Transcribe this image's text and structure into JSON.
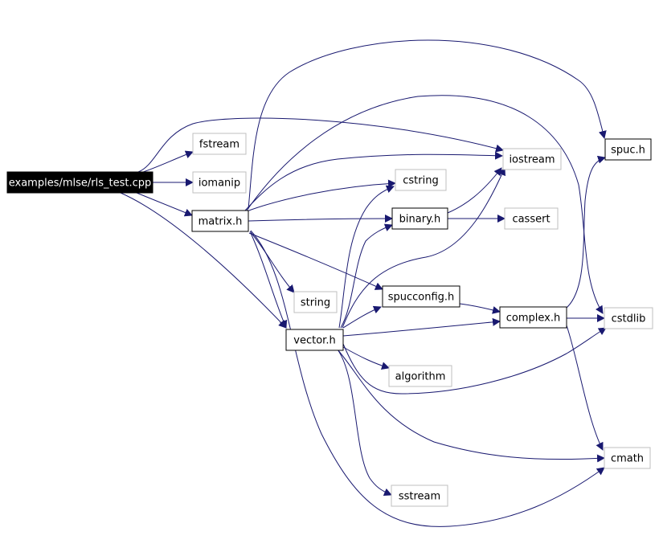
{
  "graph": {
    "edge_color": "#191970",
    "root_fill": "#000000",
    "root_text_color": "#ffffff",
    "node_border_dark": "#000000",
    "node_border_light": "#bfbfbf",
    "text_color": "#000000",
    "nodes": [
      {
        "id": "root",
        "label": "examples/mlse/rls_test.cpp",
        "style": "root"
      },
      {
        "id": "fstream",
        "label": "fstream",
        "style": "system"
      },
      {
        "id": "iomanip",
        "label": "iomanip",
        "style": "system"
      },
      {
        "id": "matrix",
        "label": "matrix.h",
        "style": "local"
      },
      {
        "id": "iostream",
        "label": "iostream",
        "style": "system"
      },
      {
        "id": "spuc",
        "label": "spuc.h",
        "style": "local"
      },
      {
        "id": "cstring",
        "label": "cstring",
        "style": "system"
      },
      {
        "id": "binary",
        "label": "binary.h",
        "style": "local"
      },
      {
        "id": "cassert",
        "label": "cassert",
        "style": "system"
      },
      {
        "id": "string",
        "label": "string",
        "style": "system"
      },
      {
        "id": "spucconfig",
        "label": "spucconfig.h",
        "style": "local"
      },
      {
        "id": "complex",
        "label": "complex.h",
        "style": "local"
      },
      {
        "id": "cstdlib",
        "label": "cstdlib",
        "style": "system"
      },
      {
        "id": "vector",
        "label": "vector.h",
        "style": "local"
      },
      {
        "id": "algorithm",
        "label": "algorithm",
        "style": "system"
      },
      {
        "id": "cmath",
        "label": "cmath",
        "style": "system"
      },
      {
        "id": "sstream",
        "label": "sstream",
        "style": "system"
      }
    ]
  }
}
